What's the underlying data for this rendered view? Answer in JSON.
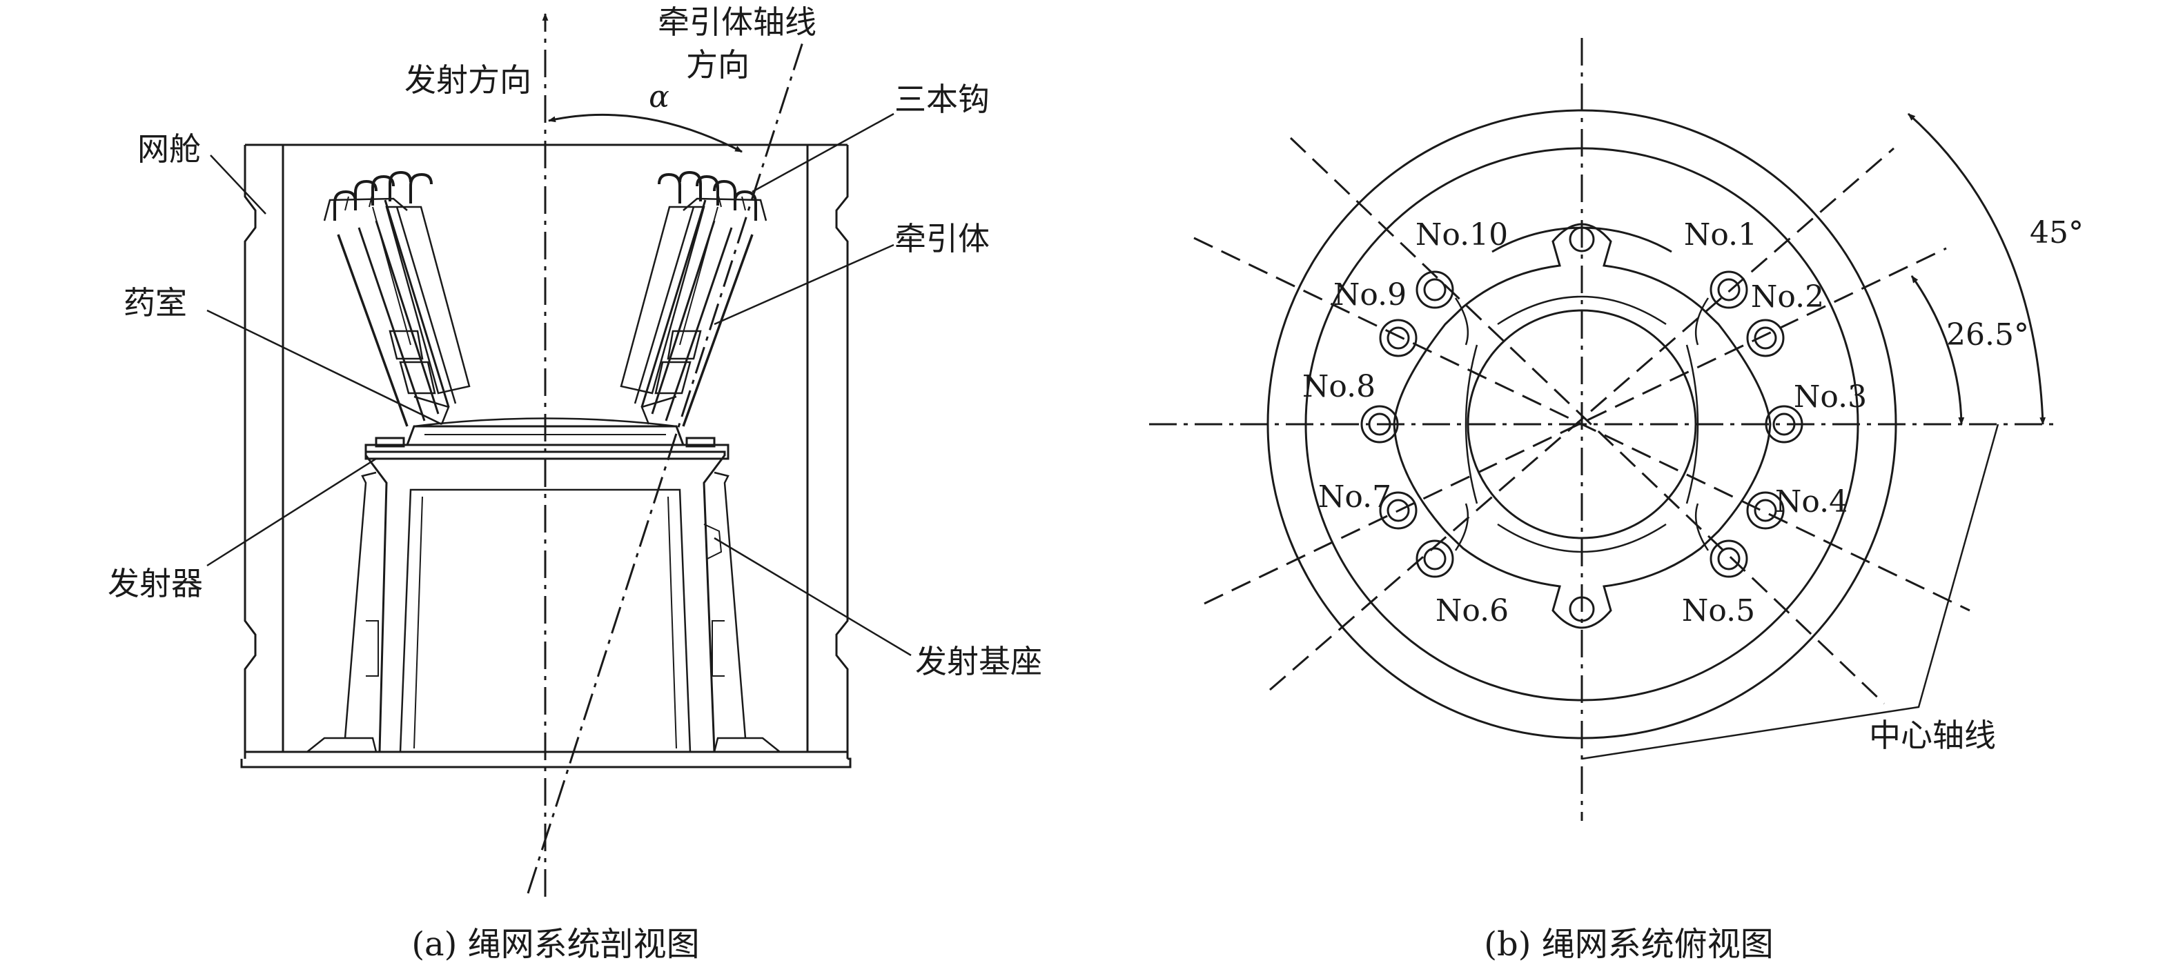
{
  "left_view": {
    "caption": "(a) 绳网系统剖视图",
    "labels": {
      "launch_direction": "发射方向",
      "tractor_axis_line1": "牵引体轴线",
      "tractor_axis_line2": "方向",
      "alpha": "α",
      "three_hook": "三本钩",
      "net_cabin": "网舱",
      "tractor": "牵引体",
      "powder_chamber": "药室",
      "launcher": "发射器",
      "launch_base": "发射基座"
    }
  },
  "right_view": {
    "caption": "(b) 绳网系统俯视图",
    "launchers": [
      "No.1",
      "No.2",
      "No.3",
      "No.4",
      "No.5",
      "No.6",
      "No.7",
      "No.8",
      "No.9",
      "No.10"
    ],
    "angle_outer": "45°",
    "angle_inner": "26.5°",
    "center_axis": "中心轴线"
  },
  "colors": {
    "line": "#1a1a1a",
    "background": "#ffffff"
  }
}
